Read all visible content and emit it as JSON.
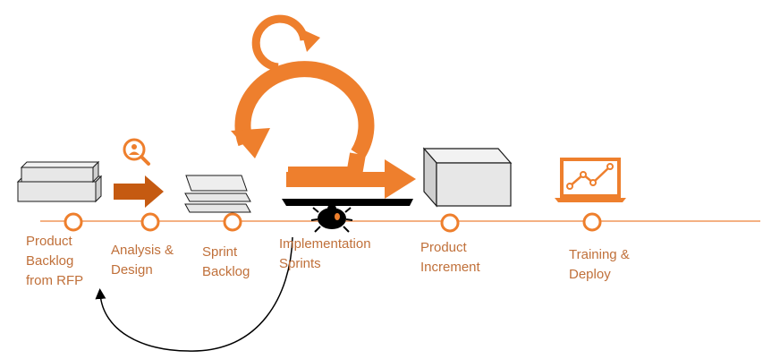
{
  "colors": {
    "accent": "#ee7f2d",
    "label": "#c0703a",
    "dark_arrow": "#c55a11",
    "box_fill": "#e7e7e7",
    "box_stroke": "#1a1a1a",
    "bar": "#000000"
  },
  "stages": [
    {
      "id": "product-backlog",
      "label": "Product\nBacklog\nfrom RFP",
      "icon": "stacked-boxes-icon"
    },
    {
      "id": "analysis-design",
      "label": "Analysis &\nDesign",
      "icon": "search-person-icon"
    },
    {
      "id": "sprint-backlog",
      "label": "Sprint\nBacklog",
      "icon": "stacked-sheets-icon"
    },
    {
      "id": "implementation-sprints",
      "label": "Implementation\nSprints",
      "icon": "sprint-cycle-icon"
    },
    {
      "id": "product-increment",
      "label": "Product\nIncrement",
      "icon": "cube-box-icon"
    },
    {
      "id": "training-deploy",
      "label": "Training &\nDeploy",
      "icon": "laptop-chart-icon"
    }
  ],
  "icons": {
    "bug": "bug-icon",
    "feedback": "feedback-curved-arrow-icon",
    "small_loop": "small-loop-arrow-icon"
  }
}
